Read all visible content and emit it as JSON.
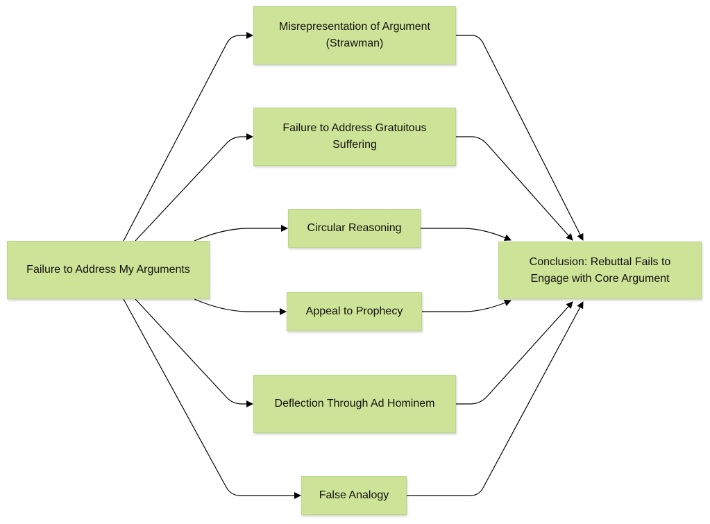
{
  "diagram": {
    "type": "flowchart",
    "colors": {
      "node_fill": "#cde397",
      "node_border": "#b9d88a",
      "edge": "#000000",
      "text": "#111111"
    },
    "nodes": {
      "source": {
        "label": "Failure to Address My Arguments"
      },
      "strawman": {
        "label": "Misrepresentation of Argument (Strawman)"
      },
      "gratuitous": {
        "label": "Failure to Address Gratuitous Suffering"
      },
      "circular": {
        "label": "Circular Reasoning"
      },
      "prophecy": {
        "label": "Appeal to Prophecy"
      },
      "adhominem": {
        "label": "Deflection Through Ad Hominem"
      },
      "analogy": {
        "label": "False Analogy"
      },
      "conclusion": {
        "label": "Conclusion: Rebuttal Fails to Engage with Core Argument"
      }
    },
    "edges": [
      {
        "from": "source",
        "to": "strawman"
      },
      {
        "from": "source",
        "to": "gratuitous"
      },
      {
        "from": "source",
        "to": "circular"
      },
      {
        "from": "source",
        "to": "prophecy"
      },
      {
        "from": "source",
        "to": "adhominem"
      },
      {
        "from": "source",
        "to": "analogy"
      },
      {
        "from": "strawman",
        "to": "conclusion"
      },
      {
        "from": "gratuitous",
        "to": "conclusion"
      },
      {
        "from": "circular",
        "to": "conclusion"
      },
      {
        "from": "prophecy",
        "to": "conclusion"
      },
      {
        "from": "adhominem",
        "to": "conclusion"
      },
      {
        "from": "analogy",
        "to": "conclusion"
      }
    ]
  }
}
